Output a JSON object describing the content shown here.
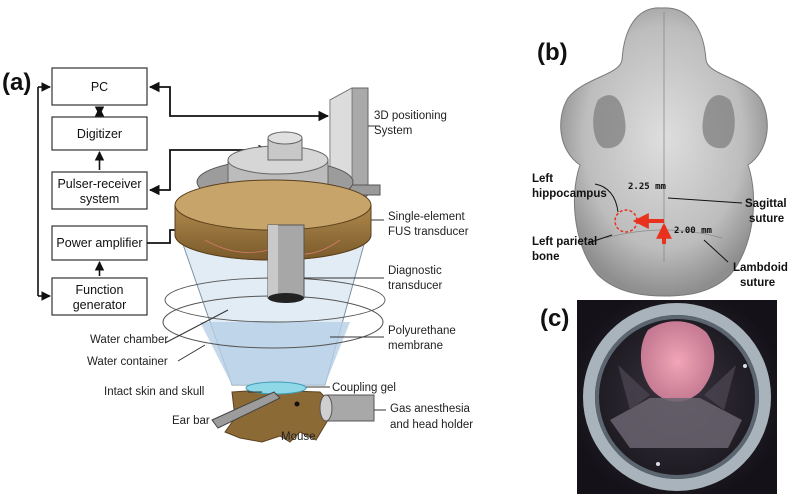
{
  "panel_a": {
    "letter": "(a)",
    "boxes": {
      "pc": "PC",
      "digitizer": "Digitizer",
      "pulser_line1": "Pulser-receiver",
      "pulser_line2": "system",
      "power_amp": "Power amplifier",
      "func_line1": "Function",
      "func_line2": "generator"
    },
    "labels": {
      "positioning_line1": "3D positioning",
      "positioning_line2": "System",
      "fus_line1": "Single-element",
      "fus_line2": "FUS transducer",
      "diag_line1": "Diagnostic",
      "diag_line2": "transducer",
      "water_chamber": "Water chamber",
      "water_container": "Water container",
      "membrane_line1": "Polyurethane",
      "membrane_line2": "membrane",
      "skin_skull": "Intact skin and skull",
      "coupling_gel": "Coupling gel",
      "ear_bar": "Ear bar",
      "mouse": "Mouse",
      "gas_line1": "Gas anesthesia",
      "gas_line2": "and head holder"
    }
  },
  "panel_b": {
    "letter": "(b)",
    "labels": {
      "left_hippo_line1": "Left",
      "left_hippo_line2": "hippocampus",
      "left_parietal_line1": "Left parietal",
      "left_parietal_line2": "bone",
      "sagittal_line1": "Sagittal",
      "sagittal_line2": "suture",
      "lambdoid_line1": "Lambdoid",
      "lambdoid_line2": "suture",
      "dist_horizontal": "2.25 mm",
      "dist_vertical": "2.00 mm"
    }
  },
  "panel_c": {
    "letter": "(c)"
  },
  "colors": {
    "transducer_brown": "#9c7a45",
    "water_blue": "#c9dcec",
    "gel_cyan": "#8ed8e8",
    "mouse_brown": "#8c6a35",
    "arrow_red": "#e8321e",
    "skull_gray": "#c9c9c9",
    "photo_dark": "#2a2630"
  }
}
